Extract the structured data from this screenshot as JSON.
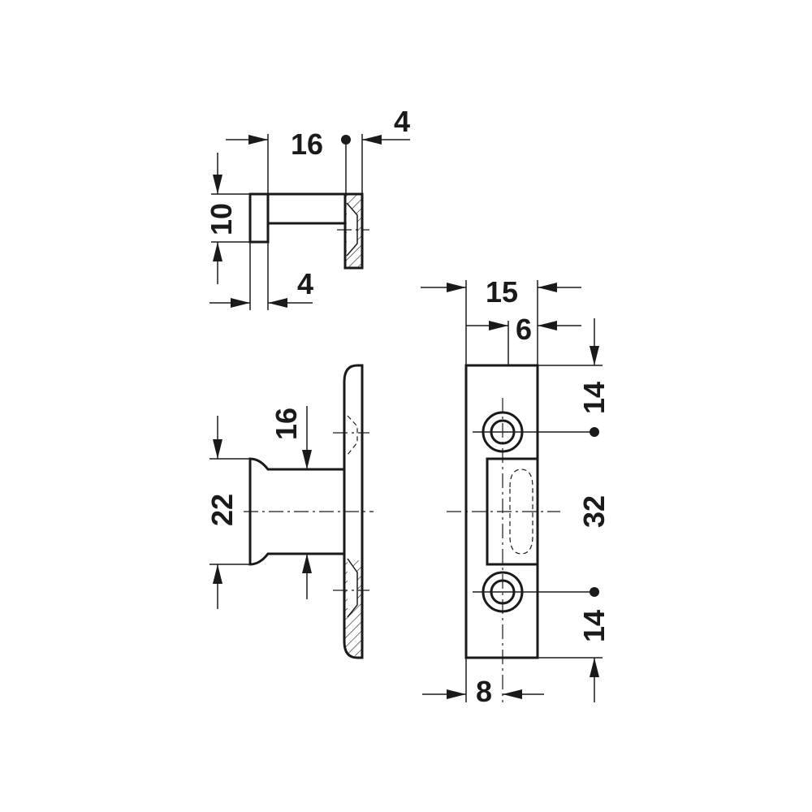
{
  "dimensions": {
    "top_width": "16",
    "top_plate": "4",
    "top_height": "10",
    "top_flange": "4",
    "side_depth": "16",
    "side_height": "22",
    "front_width": "15",
    "front_offset": "6",
    "front_hole_top": "14",
    "front_hole_spacing": "32",
    "front_hole_bottom": "14",
    "front_hole_offset": "8"
  },
  "colors": {
    "ink": "#1a1a1a",
    "background": "#ffffff"
  }
}
